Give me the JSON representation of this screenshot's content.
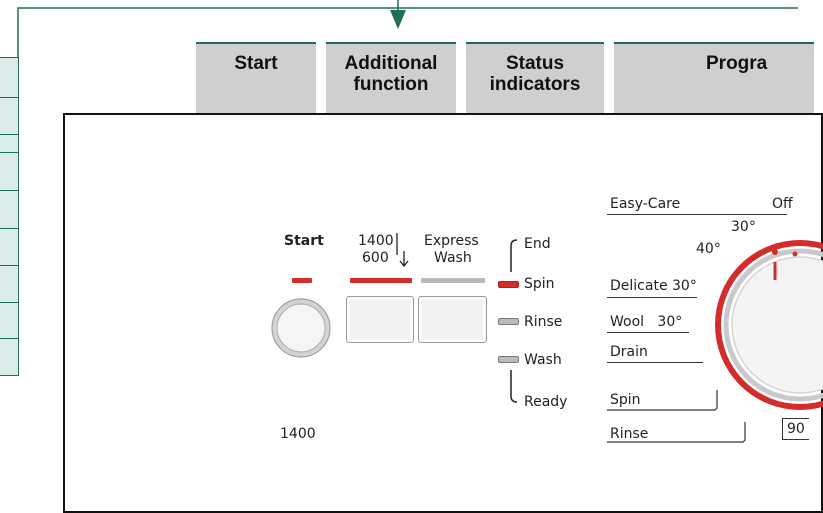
{
  "header_tabs": [
    {
      "id": "start",
      "lines": [
        "Start"
      ]
    },
    {
      "id": "additional",
      "lines": [
        "Additional",
        "function"
      ]
    },
    {
      "id": "status",
      "lines": [
        "Status",
        "indicators"
      ]
    },
    {
      "id": "programme",
      "lines": [
        "Progra"
      ]
    }
  ],
  "controls": {
    "start_label": "Start",
    "spin_label_top": "1400",
    "spin_label_bottom": "600",
    "express_top": "Express",
    "express_bottom": "Wash",
    "spin_value": "1400"
  },
  "status": [
    "End",
    "Spin",
    "Rinse",
    "Wash",
    "Ready"
  ],
  "programmes_left": {
    "easy_care": "Easy-Care",
    "delicate": "Delicate",
    "delicate_temp": "30°",
    "wool": "Wool",
    "wool_temp": "30°",
    "drain": "Drain",
    "spin": "Spin",
    "rinse": "Rinse"
  },
  "dial": {
    "off": "Off",
    "t30": "30°",
    "t40": "40°",
    "t90": "90"
  },
  "colors": {
    "accent_green": "#1f6e5b",
    "led_red": "#d42b2b",
    "tab_grey": "#cfcfcf"
  }
}
